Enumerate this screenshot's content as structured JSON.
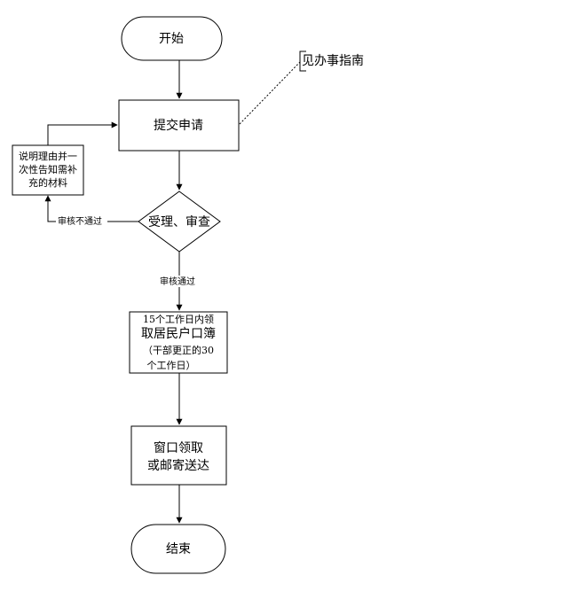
{
  "nodes": {
    "start": {
      "label": "开始"
    },
    "submit": {
      "label": "提交申请"
    },
    "guide_note": {
      "label": "见办事指南"
    },
    "review": {
      "label": "受理、审查"
    },
    "supplement": {
      "lines": [
        "说明理由并一",
        "次性告知需补",
        "充的材料"
      ]
    },
    "collect": {
      "lines": [
        "15个工作日内领",
        "取居民户口簿",
        "（干部更正的30",
        "个工作日）"
      ]
    },
    "deliver": {
      "lines": [
        "窗口领取",
        "或邮寄送达"
      ]
    },
    "end": {
      "label": "结束"
    }
  },
  "edges": {
    "fail_label": "审核不通过",
    "pass_label": "审核通过"
  }
}
